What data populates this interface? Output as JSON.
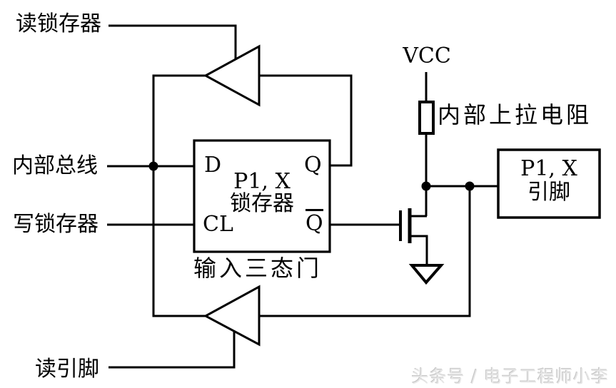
{
  "colors": {
    "background": "#ffffff",
    "line": "#000000",
    "watermark_gray": "#e6e6e6"
  },
  "labels": {
    "read_latch": "读锁存器",
    "internal_bus": "内部总线",
    "write_latch": "写锁存器",
    "read_pin": "读引脚",
    "vcc": "VCC",
    "pullup_resistor": "内部上拉电阻",
    "input_tristate_gate": "输入三态门"
  },
  "latch_box": {
    "d": "D",
    "q": "Q",
    "cl": "CL",
    "q_bar": "Q",
    "name_line1": "P1, X",
    "name_line2": "锁存器"
  },
  "pin_box": {
    "line1": "P1, X",
    "line2": "引脚"
  },
  "watermark": "头条号 / 电子工程师小李"
}
